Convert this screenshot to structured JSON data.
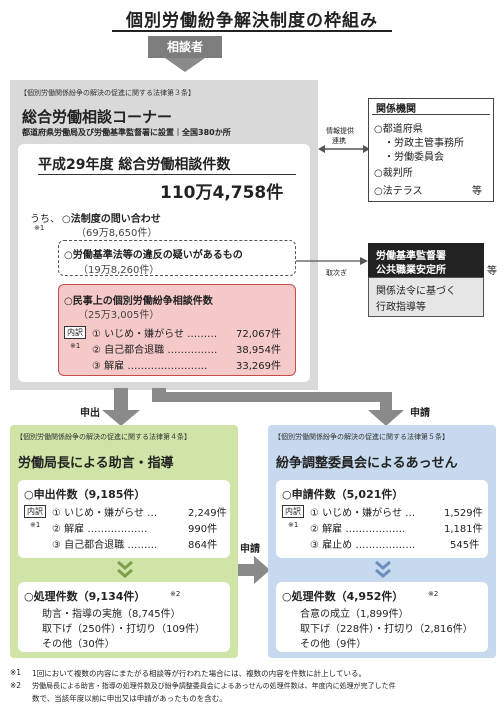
{
  "title": "個別労働紛争解決制度の枠組み",
  "consultant_label": "相談者",
  "consult_corner": {
    "law_tag": "【個別労働関係紛争の解決の促進に関する法律第３条】",
    "title": "総合労働相談コーナー",
    "subtitle": "都道府県労働局及び労働基準監督署に設置｜全国380か所",
    "year_title": "平成29年度 総合労働相談件数",
    "total": "110万4,758件",
    "uchi": "うち、",
    "note_mark": "※1",
    "legal_label": "○法制度の問い合わせ",
    "legal_count": "（69万8,650件）",
    "labor_label": "○労働基準法等の違反の疑いがあるもの",
    "labor_count": "（19万8,260件）",
    "civil_label": "○民事上の個別労働紛争相談件数",
    "civil_count": "（25万3,005件）",
    "breakdown_label": "内訳",
    "breakdown_note": "※1",
    "items": [
      {
        "label": "① いじめ・嫌がらせ ………",
        "value": "72,067件"
      },
      {
        "label": "② 自己都合退職 ……………",
        "value": "38,954件"
      },
      {
        "label": "③ 解雇 ……………………",
        "value": "33,269件"
      }
    ]
  },
  "info_text_1": "情報提供",
  "info_text_2": "連携",
  "related": {
    "title": "関係機関",
    "lines": [
      "○都道府県",
      "・労政主管事務所",
      "・労働委員会",
      "○裁判所",
      "○法テラス"
    ],
    "etc": "等"
  },
  "transfer_label": "取次ぎ",
  "agency": {
    "line1": "労働基準監督署",
    "line2": "公共職業安定所",
    "etc": "等",
    "guidance1": "関係法令に基づく",
    "guidance2": "行政指導等"
  },
  "apply_label": "申出",
  "request_label": "申請",
  "request_label_mid": "申請",
  "left_panel": {
    "law_tag": "【個別労働関係紛争の解決の促進に関する法律第４条】",
    "title": "労働局長による助言・指導",
    "count_title": "○申出件数（9,185件）",
    "breakdown_label": "内訳",
    "note": "※1",
    "items": [
      {
        "label": "① いじめ・嫌がらせ …",
        "value": "2,249件"
      },
      {
        "label": "② 解雇 ………………",
        "value": "990件"
      },
      {
        "label": "③ 自己都合退職 ………",
        "value": "864件"
      }
    ],
    "processed_title": "○処理件数（9,134件）",
    "processed_note": "※2",
    "processed_lines": [
      "助言・指導の実施（8,745件）",
      "取下げ（250件）・打切り（109件）",
      "その他（30件）"
    ]
  },
  "right_panel": {
    "law_tag": "【個別労働関係紛争の解決の促進に関する法律第５条】",
    "title": "紛争調整委員会によるあっせん",
    "count_title": "○申請件数（5,021件）",
    "breakdown_label": "内訳",
    "note": "※1",
    "items": [
      {
        "label": "① いじめ・嫌がらせ …",
        "value": "1,529件"
      },
      {
        "label": "② 解雇 ………………",
        "value": "1,181件"
      },
      {
        "label": "③ 雇止め ………………",
        "value": "545件"
      }
    ],
    "processed_title": "○処理件数（4,952件）",
    "processed_note": "※2",
    "processed_lines": [
      "合意の成立（1,899件）",
      "取下げ（228件）・打切り（2,816件）",
      "その他（9件）"
    ]
  },
  "footnotes": {
    "n1_mark": "※1",
    "n1": "1回において複数の内容にまたがる相談等が行われた場合には、複数の内容を件数に計上している。",
    "n2_mark": "※2",
    "n2a": "労働局長による助言・指導の処理件数及び紛争調整委員会によるあっせんの処理件数は、年度内に処理が完了した件",
    "n2b": "数で、当該年度以前に申出又は申請があったものを含む。"
  },
  "colors": {
    "grey_bg": "#d9d9d9",
    "pink_bg": "#f6c9c9",
    "pink_border": "#c24b4b",
    "green_bg": "#cfe4a6",
    "blue_bg": "#c6d9ee",
    "arrow": "#8a8a8a"
  }
}
